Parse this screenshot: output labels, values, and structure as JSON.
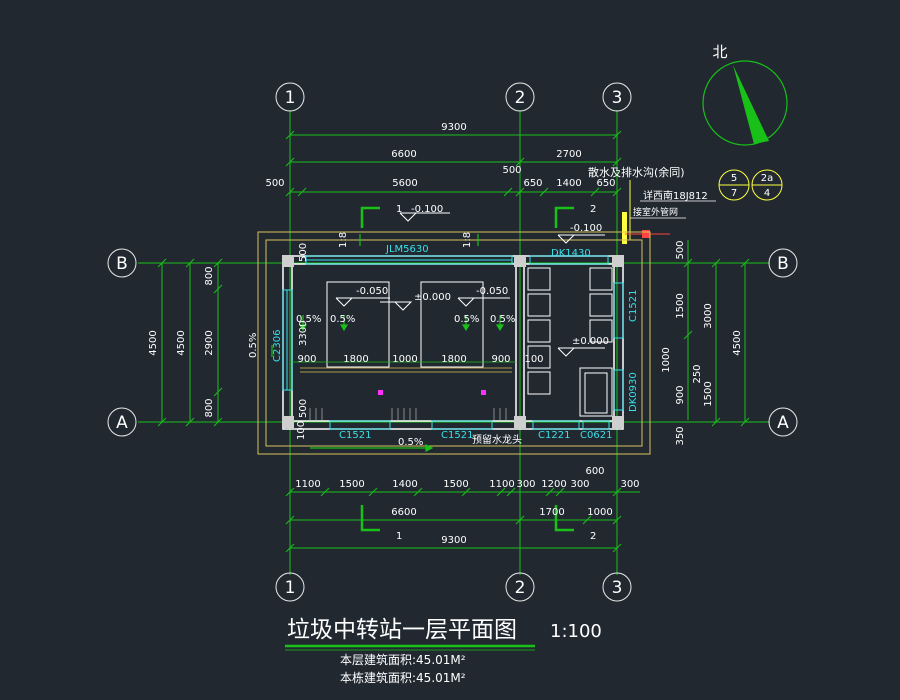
{
  "colors": {
    "background": "#212830",
    "wall": "#ffffff",
    "outline": "#d8c25a",
    "dimension": "#18c018",
    "window": "#37e0e8",
    "text": "#ffffff",
    "accent_red": "#ff4444",
    "magenta": "#ff33ff",
    "yellow": "#ffff40"
  },
  "axes": {
    "numbers_top": [
      "1",
      "2",
      "3"
    ],
    "numbers_bottom": [
      "1",
      "2",
      "3"
    ],
    "letters_left": [
      "B",
      "A"
    ],
    "letters_right": [
      "B",
      "A"
    ]
  },
  "north": {
    "label": "北"
  },
  "top_dims": {
    "overall": "9300",
    "row2": [
      "6600",
      "2700"
    ],
    "row3": [
      "500",
      "5600",
      "500",
      "650",
      "1400",
      "650"
    ]
  },
  "bottom_dims": {
    "row1": [
      "1100",
      "1500",
      "1400",
      "1500",
      "1100",
      "300",
      "1200",
      "300",
      "300"
    ],
    "extra": "600",
    "row2": [
      "6600",
      "1700",
      "1000"
    ],
    "overall": "9300"
  },
  "left_dims": {
    "outer": "4500",
    "inner": "4500",
    "parts": [
      "800",
      "2900",
      "800"
    ]
  },
  "right_dims": {
    "a": [
      "500",
      "1500",
      "1000"
    ],
    "b": "3000",
    "c": "4500",
    "d": "250",
    "e": [
      "900",
      "1500"
    ],
    "f": "350"
  },
  "interior_dims": {
    "wall_top": "500",
    "wall_bottom": "500",
    "left_height": "3300",
    "row": [
      "900",
      "1800",
      "1000",
      "1800",
      "900",
      "100"
    ],
    "left_small": "100"
  },
  "labels": {
    "door_top": "JLM5630",
    "door_right": "DK1430",
    "door_right_side": "DK0930",
    "window_left": "C2306",
    "window_right": "C1521",
    "window_b1": "C1521",
    "window_b2": "C1521",
    "window_b3": "C1221",
    "window_b4": "C0621",
    "level_top": "-0.100",
    "level_top_right": "-0.100",
    "level_zero": "±0.000",
    "level_m050a": "-0.050",
    "level_m050b": "-0.050",
    "level_zero_right": "±0.000",
    "slope_a": "0.5%",
    "slope_b": "0.5%",
    "slope_c": "0.5%",
    "slope_d": "0.5%",
    "slope_left": "0.5%",
    "slope_bottom": "0.5%",
    "ramp_a": "1:8",
    "ramp_b": "1:8",
    "faucet": "预留水龙头",
    "drain_note": "散水及排水沟(余同)",
    "drain_ref": "详西南18J812",
    "pipe_note": "接室外管网",
    "ref1_top": "5",
    "ref1_bottom": "7",
    "ref2_top": "2a",
    "ref2_bottom": "4"
  },
  "section_marks": {
    "top_left": "1",
    "top_right": "2",
    "bottom_left": "1",
    "bottom_right": "2"
  },
  "title": {
    "main": "垃圾中转站一层平面图",
    "scale": "1:100",
    "floor_area": "本层建筑面积:45.01M²",
    "total_area": "本栋建筑面积:45.01M²"
  }
}
